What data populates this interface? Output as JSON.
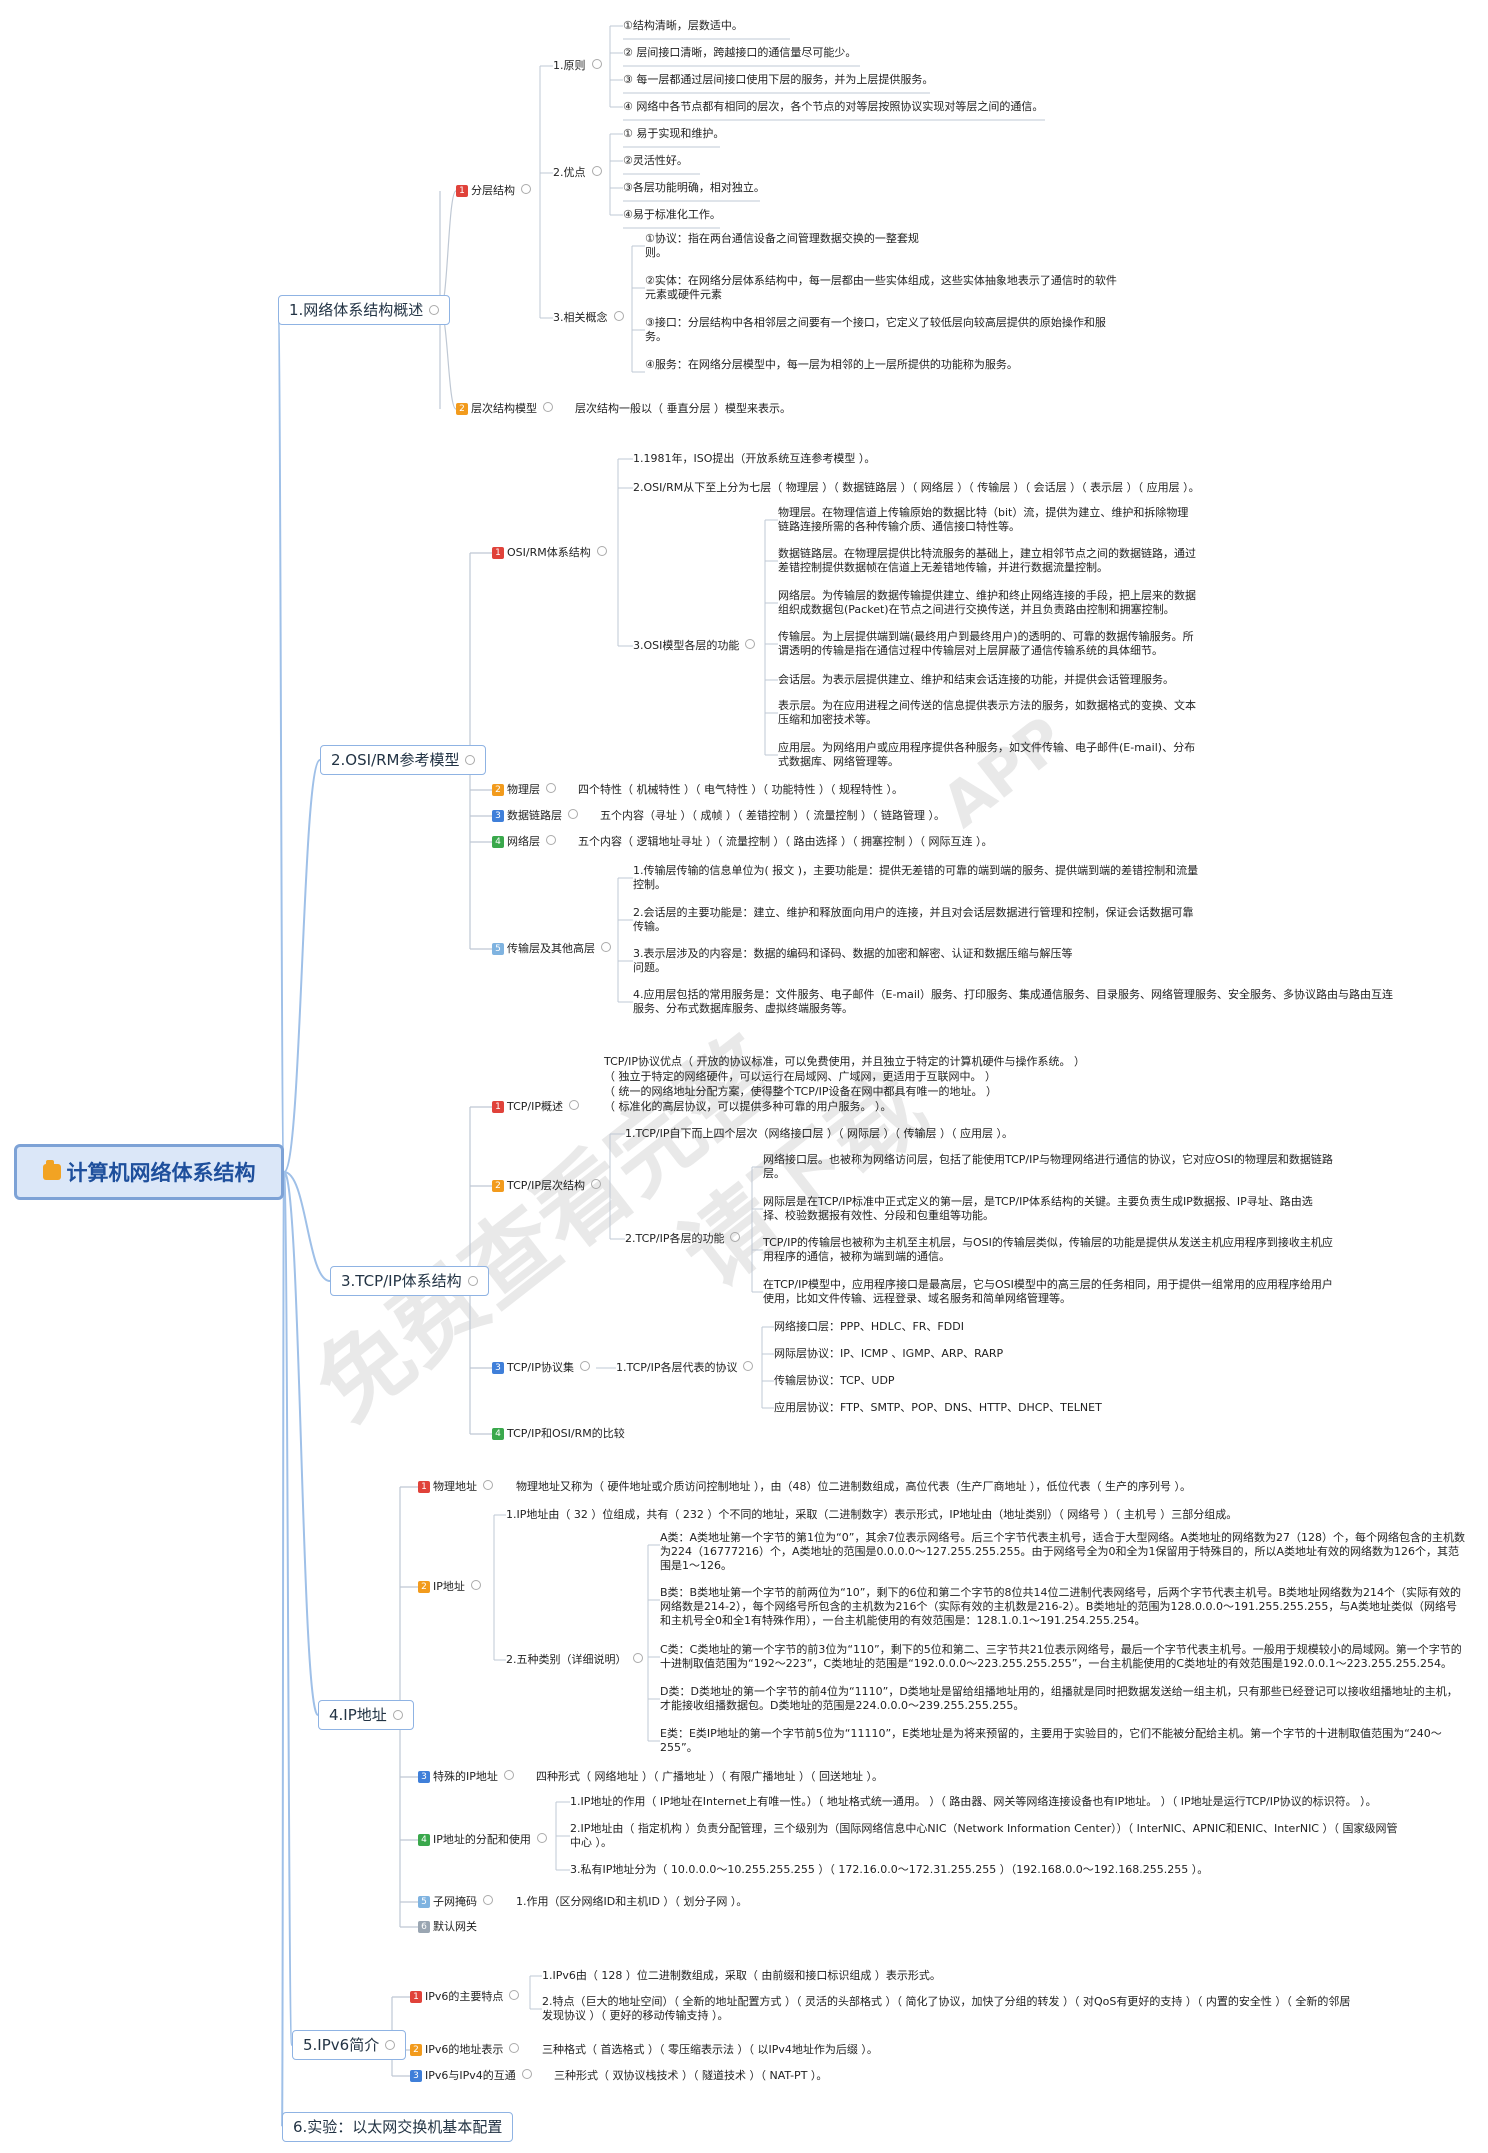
{
  "title": "计算机网络体系结构",
  "branches": [
    "1.网络体系结构概述",
    "2.OSI/RM参考模型",
    "3.TCP/IP体系结构",
    "4.IP地址",
    "5.IPv6简介",
    "6.实验：以太网交换机基本配置"
  ],
  "b1": {
    "layered": "分层结构",
    "principle": "1.原则",
    "principles": [
      "①结构清晰，层数适中。",
      "② 层间接口清晰，跨越接口的通信量尽可能少。",
      "③  每一层都通过层间接口使用下层的服务，并为上层提供服务。",
      "④ 网络中各节点都有相同的层次，各个节点的对等层按照协议实现对等层之间的通信。"
    ],
    "advantage": "2.优点",
    "advantages": [
      "① 易于实现和维护。",
      "②灵活性好。",
      "③各层功能明确，相对独立。",
      "④易于标准化工作。"
    ],
    "concept": "3.相关概念",
    "concepts": [
      "①协议：指在两台通信设备之间管理数据交换的一整套规则。",
      "②实体：在网络分层体系结构中，每一层都由一些实体组成，这些实体抽象地表示了通信时的软件元素或硬件元素",
      "③接口：分层结构中各相邻层之间要有一个接口，它定义了较低层向较高层提供的原始操作和服务。",
      "④服务：在网络分层模型中，每一层为相邻的上一层所提供的功能称为服务。"
    ],
    "model": "层次结构模型",
    "model_text": "层次结构一般以（  垂直分层  ）模型来表示。"
  },
  "b2": {
    "osi": "OSI/RM体系结构",
    "l1": "1.1981年，ISO提出（开放系统互连参考模型  ）。",
    "l2": "2.OSI/RM从下至上分为七层（ 物理层 ）（ 数据链路层 ）（ 网络层 ）（ 传输层 ）（ 会话层 ）（ 表示层 ）（ 应用层     ）。",
    "l3": "3.OSI模型各层的功能",
    "funcs": [
      "物理层。在物理信道上传输原始的数据比特（bit）流，提供为建立、维护和拆除物理链路连接所需的各种传输介质、通信接口特性等。",
      "数据链路层。在物理层提供比特流服务的基础上，建立相邻节点之间的数据链路，通过差错控制提供数据帧在信道上无差错地传输，并进行数据流量控制。",
      "网络层。为传输层的数据传输提供建立、维护和终止网络连接的手段，把上层来的数据组织成数据包(Packet)在节点之间进行交换传送，并且负责路由控制和拥塞控制。",
      "传输层。为上层提供端到端(最终用户到最终用户)的透明的、可靠的数据传输服务。所谓透明的传输是指在通信过程中传输层对上层屏蔽了通信传输系统的具体细节。",
      "会话层。为表示层提供建立、维护和结束会话连接的功能，并提供会话管理服务。",
      "表示层。为在应用进程之间传送的信息提供表示方法的服务，如数据格式的变换、文本压缩和加密技术等。",
      "应用层。为网络用户或应用程序提供各种服务，如文件传输、电子邮件(E-mail)、分布式数据库、网络管理等。"
    ],
    "phy": "物理层",
    "phy_text": "四个特性（ 机械特性 ）（ 电气特性 ）（ 功能特性 ）（ 规程特性 ）。",
    "dl": "数据链路层",
    "dl_text": "五个内容（寻址 ）（ 成帧 ）（ 差错控制 ）（ 流量控制 ）（ 链路管理 ）。",
    "net": "网络层",
    "net_text": "五个内容（ 逻辑地址寻址 ）（ 流量控制 ）（ 路由选择 ）（ 拥塞控制 ）（ 网际互连 ）。",
    "tl": "传输层及其他高层",
    "tl_items": [
      "1.传输层传输的信息单位为( 报文 )，主要功能是：提供无差错的可靠的端到端的服务、提供端到端的差错控制和流量控制。",
      "2.会话层的主要功能是：建立、维护和释放面向用户的连接，并且对会话层数据进行管理和控制，保证会话数据可靠传输。",
      "3.表示层涉及的内容是：数据的编码和译码、数据的加密和解密、认证和数据压缩与解压等问题。",
      "4.应用层包括的常用服务是：文件服务、电子邮件（E-mail）服务、打印服务、集成通信服务、目录服务、网络管理服务、安全服务、多协议路由与路由互连服务、分布式数据库服务、虚拟终端服务等。"
    ]
  },
  "b3": {
    "overview": "TCP/IP概述",
    "ov_lines": [
      "TCP/IP协议优点（  开放的协议标准，可以免费使用，并且独立于特定的计算机硬件与操作系统。              ）",
      "（ 独立于特定的网络硬件，可以运行在局域网、广域网，更适用于互联网中。                        ）",
      "（ 统一的网络地址分配方案，使得整个TCP/IP设备在网中都具有唯一的地址。                          ）",
      "（  标准化的高层协议，可以提供多种可靠的用户服务。                       ）。"
    ],
    "layered": "TCP/IP层次结构",
    "ly1": "1.TCP/IP自下而上四个层次（网络接口层 ）（    网际层   ）（ 传输层  ）（     应用层   ）。",
    "ly2": "2.TCP/IP各层的功能",
    "ly_funcs": [
      "网络接口层。也被称为网络访问层，包括了能使用TCP/IP与物理网络进行通信的协议，它对应OSI的物理层和数据链路层。",
      "网际层是在TCP/IP标准中正式定义的第一层，是TCP/IP体系结构的关键。主要负责生成IP数据报、IP寻址、路由选择、校验数据报有效性、分段和包重组等功能。",
      "TCP/IP的传输层也被称为主机至主机层，与OSI的传输层类似，传输层的功能是提供从发送主机应用程序到接收主机应用程序的通信，被称为端到端的通信。",
      "在TCP/IP模型中，应用程序接口是最高层，它与OSI模型中的高三层的任务相同，用于提供一组常用的应用程序给用户使用，比如文件传输、远程登录、域名服务和简单网络管理等。"
    ],
    "suite": "TCP/IP协议集",
    "suite_child": "1.TCP/IP各层代表的协议",
    "protocols": [
      "网络接口层：PPP、HDLC、FR、FDDI",
      "网际层协议：IP、ICMP  、IGMP、ARP、RARP",
      "传输层协议：TCP、UDP",
      "应用层协议：FTP、SMTP、POP、DNS、HTTP、DHCP、TELNET"
    ],
    "compare": "TCP/IP和OSI/RM的比较"
  },
  "b4": {
    "phys": "物理地址",
    "phys_text": "物理地址又称为（ 硬件地址或介质访问控制地址 ），由（48）位二进制数组成，高位代表（生产厂商地址 ），低位代表（ 生产的序列号 ）。",
    "ip": "IP地址",
    "ip1": "1.IP地址由（   32    ）位组成，共有（      232     ）个不同的地址，采取（二进制数字）表示形式，IP地址由（地址类别）（ 网络号  ）（ 主机号 ）三部分组成。",
    "ip2": "2.五种类别（详细说明）",
    "classes": [
      "A类：A类地址第一个字节的第1位为“0”，其余7位表示网络号。后三个字节代表主机号，适合于大型网络。A类地址的网络数为27（128）个，每个网络包含的主机数为224（16777216）个，A类地址的范围是0.0.0.0～127.255.255.255。由于网络号全为0和全为1保留用于特殊目的，所以A类地址有效的网络数为126个，其范围是1～126。",
      "B类：B类地址第一个字节的前两位为“10”，剩下的6位和第二个字节的8位共14位二进制代表网络号，后两个字节代表主机号。B类地址网络数为214个（实际有效的网络数是214-2），每个网络号所包含的主机数为216个（实际有效的主机数是216-2）。B类地址的范围为128.0.0.0～191.255.255.255，与A类地址类似（网络号和主机号全0和全1有特殊作用），一台主机能使用的有效范围是：128.1.0.1～191.254.255.254。",
      "C类：C类地址的第一个字节的前3位为“110”，剩下的5位和第二、三字节共21位表示网络号，最后一个字节代表主机号。一般用于规模较小的局域网。第一个字节的十进制取值范围为“192～223”，C类地址的范围是“192.0.0.0～223.255.255.255”，一台主机能使用的C类地址的有效范围是192.0.0.1～223.255.255.254。",
      "D类：D类地址的第一个字节的前4位为“1110”，D类地址是留给组播地址用的，组播就是同时把数据发送给一组主机，只有那些已经登记可以接收组播地址的主机，才能接收组播数据包。D类地址的范围是224.0.0.0～239.255.255.255。",
      "E类：E类IP地址的第一个字节前5位为“11110”，E类地址是为将来预留的，主要用于实验目的，它们不能被分配给主机。第一个字节的十进制取值范围为“240～255”。"
    ],
    "special": "特殊的IP地址",
    "special_text": "四种形式（ 网络地址 ）（ 广播地址 ）（ 有限广播地址 ）（ 回送地址 ）。",
    "alloc": "IP地址的分配和使用",
    "alloc_items": [
      "1.IP地址的作用（ IP地址在Internet上有唯一性。）（ 地址格式统一通用。 ）（ 路由器、网关等网络连接设备也有IP地址。 ）（ IP地址是运行TCP/IP协议的标识符。 ）。",
      "2.IP地址由（ 指定机构 ）负责分配管理，三个级别为（国际网络信息中心NIC（Network Information Center））（ InterNIC、APNIC和ENIC、InterNIC ）（ 国家级网管中心       ）。",
      "3.私有IP地址分为（ 10.0.0.0～10.255.255.255 ）（     172.16.0.0～172.31.255.255     ）（192.168.0.0～192.168.255.255 ）。"
    ],
    "mask": "子网掩码",
    "mask_text": "1.作用（区分网络ID和主机ID ）（    划分子网    ）。",
    "gw": "默认网关"
  },
  "b5": {
    "feat": "IPv6的主要特点",
    "feat1": "1.IPv6由（    128   ）位二进制数组成，采取（ 由前缀和接口标识组成  ）表示形式。",
    "feat2": "2.特点（巨大的地址空间）（ 全新的地址配置方式 ）（ 灵活的头部格式 ）（ 简化了协议，加快了分组的转发 ）（ 对QoS有更好的支持 ）（ 内置的安全性 ）（ 全新的邻居发现协议       ）（      更好的移动传输支持                   ）。",
    "repr": "IPv6的地址表示",
    "repr_text": "三种格式（   首选格式    ）（ 零压缩表示法 ）（ 以IPv4地址作为后缀 ）。",
    "inter": "IPv6与IPv4的互通",
    "inter_text": "三种形式（ 双协议栈技术 ）（ 隧道技术  ）（ NAT-PT ）。"
  },
  "watermark": [
    "免费查看完整",
    "请下载",
    "APP"
  ]
}
